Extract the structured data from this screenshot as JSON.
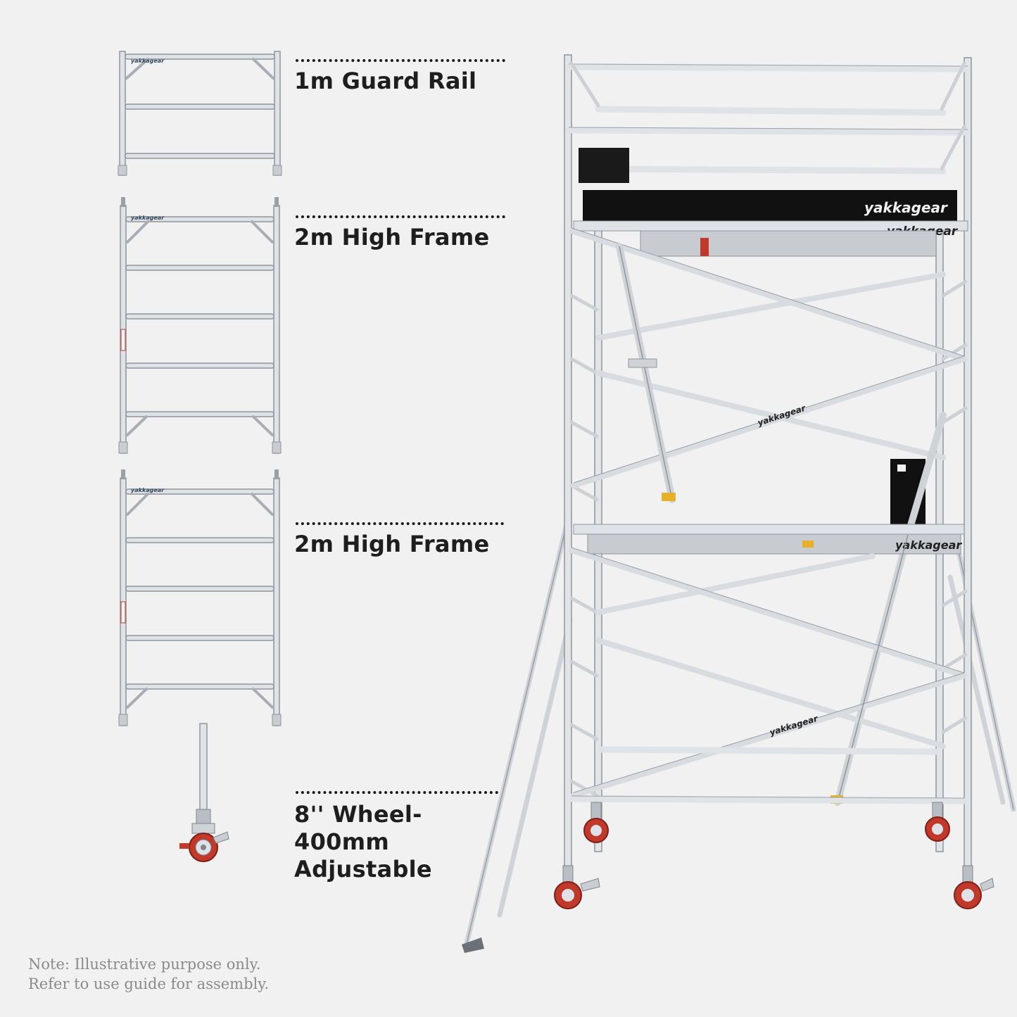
{
  "brand": "yakkagear",
  "components": [
    {
      "label": "1m Guard Rail"
    },
    {
      "label": "2m High Frame"
    },
    {
      "label": "2m High Frame"
    },
    {
      "label": "8'' Wheel-\n400mm\nAdjustable"
    }
  ],
  "note": {
    "line1": "Note: Illustrative purpose only.",
    "line2": "Refer to use guide for assembly."
  },
  "colors": {
    "background": "#f1f1f1",
    "aluminium": "#dcdfe3",
    "platform_board": "#111111",
    "wheel": "#c0392b"
  }
}
